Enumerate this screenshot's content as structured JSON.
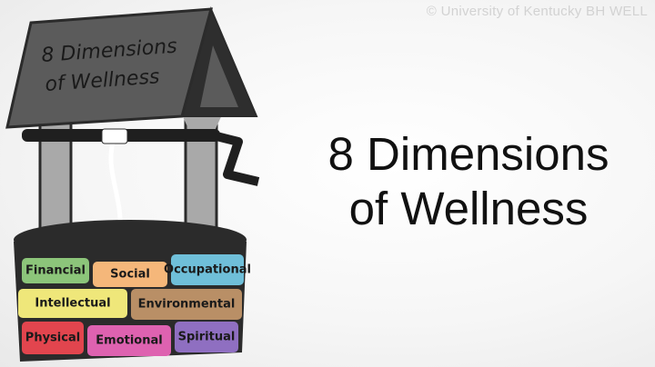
{
  "copyright": "© University of Kentucky BH WELL",
  "title": {
    "line1": "8 Dimensions",
    "line2": "of Wellness"
  },
  "roof_sign": {
    "line1": "8 Dimensions",
    "line2": "of Wellness"
  },
  "dimensions": [
    {
      "label": "Financial",
      "color": "#8cc57a"
    },
    {
      "label": "Social",
      "color": "#f5b77a"
    },
    {
      "label": "Occupational",
      "color": "#6fbfd9"
    },
    {
      "label": "Intellectual",
      "color": "#efe77a"
    },
    {
      "label": "Environmental",
      "color": "#b98f66"
    },
    {
      "label": "Physical",
      "color": "#e2454e"
    },
    {
      "label": "Emotional",
      "color": "#de62b0"
    },
    {
      "label": "Spiritual",
      "color": "#8f6fc1"
    }
  ],
  "colors": {
    "roof": "#5b5b5b",
    "posts": "#a9a9a9",
    "well_rim": "#2b2b2b",
    "rope": "#ffffff"
  }
}
